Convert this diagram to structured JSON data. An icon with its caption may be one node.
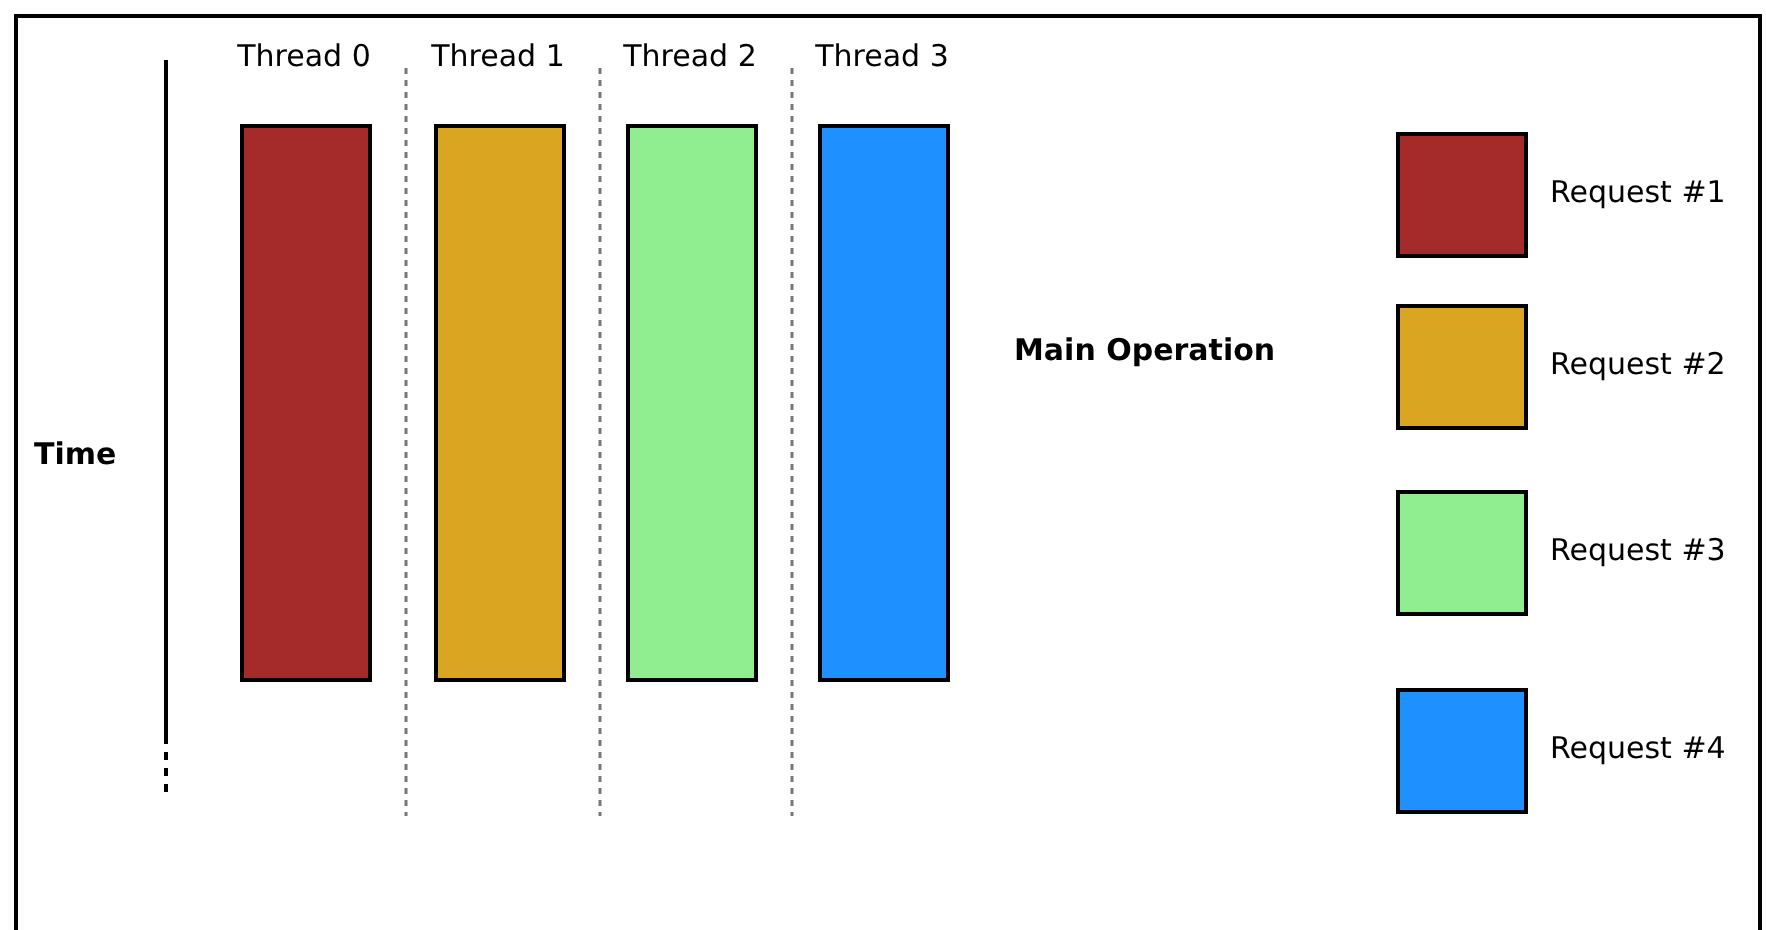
{
  "diagram": {
    "nodes": [
      {
        "text": [],
        "shape": "bar"
      },
      {
        "text": [],
        "shape": "bar"
      },
      {
        "text": [],
        "shape": "bar"
      },
      {
        "text": [],
        "shape": "bar"
      }
    ],
    "labels": [
      "Thread 0",
      "Thread 1",
      "Thread 2",
      "Thread 3",
      "Time",
      "Main Operation"
    ],
    "legend": [
      {
        "text": "Request #1",
        "color": "#a52a2a"
      },
      {
        "text": "Request #2",
        "color": "#daa520"
      },
      {
        "text": "Request #3",
        "color": "#90ee90"
      },
      {
        "text": "Request #4",
        "color": "#1e90ff"
      }
    ]
  }
}
